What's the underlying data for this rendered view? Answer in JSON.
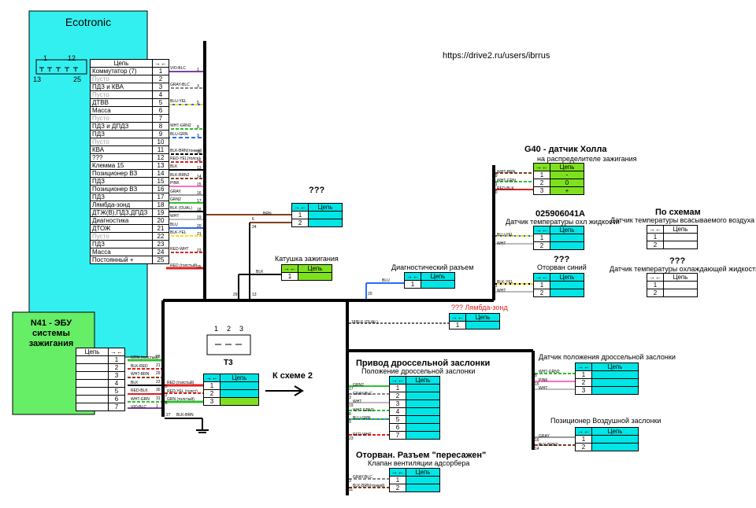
{
  "url": "https://drive2.ru/users/ibrrus",
  "symbol_conn": "→←",
  "h_cep": "Цепь",
  "ecotronic": {
    "title": "Ecotronic",
    "pin_labels": [
      "1",
      "12",
      "13",
      "25"
    ],
    "rows": [
      {
        "n": "1",
        "name": "Коммутатор (7)",
        "wire": "VIO-BLC",
        "grey": false
      },
      {
        "n": "2",
        "name": "Пусто",
        "wire": "",
        "grey": true
      },
      {
        "n": "3",
        "name": "ПДЗ и КВА",
        "wire": "GRAY-BLC",
        "grey": false
      },
      {
        "n": "4",
        "name": "Пусто",
        "wire": "",
        "grey": true
      },
      {
        "n": "5",
        "name": "ДТВВ",
        "wire": "BLU-YEL",
        "grey": false
      },
      {
        "n": "6",
        "name": "Масса",
        "wire": "",
        "grey": false
      },
      {
        "n": "7",
        "name": "Пусто",
        "wire": "",
        "grey": true
      },
      {
        "n": "8",
        "name": "ПДЗ и ДПДЗ",
        "wire": "WHT-GRN2",
        "grey": false
      },
      {
        "n": "9",
        "name": "ПДЗ",
        "wire": "BLU-GRN",
        "grey": false
      },
      {
        "n": "10",
        "name": "Пусто",
        "wire": "",
        "grey": true
      },
      {
        "n": "11",
        "name": "КВА",
        "wire": "BLK-BRN(тонкий)",
        "grey": false
      },
      {
        "n": "12",
        "name": "???",
        "wire": "RED-YEL(толст.)",
        "grey": false
      },
      {
        "n": "13",
        "name": "Клемма 15",
        "wire": "BLK",
        "grey": false
      },
      {
        "n": "14",
        "name": "Позиционер ВЗ",
        "wire": "BLK-BRN2",
        "grey": false
      },
      {
        "n": "15",
        "name": "ПДЗ",
        "wire": "PINK",
        "grey": false
      },
      {
        "n": "16",
        "name": "Позиционер ВЗ",
        "wire": "GRAY",
        "grey": false
      },
      {
        "n": "17",
        "name": "ПДЗ",
        "wire": "GRN2",
        "grey": false
      },
      {
        "n": "18",
        "name": "Лямбда-зонд",
        "wire": "BLK (OUAL)",
        "grey": false
      },
      {
        "n": "19",
        "name": "ДТЖ(В),ПДЗ,ДПДЗ",
        "wire": "WHT",
        "grey": false
      },
      {
        "n": "20",
        "name": "Диагностика",
        "wire": "BLU",
        "grey": false
      },
      {
        "n": "21",
        "name": "ДТОЖ",
        "wire": "BLK-YEL",
        "grey": false
      },
      {
        "n": "22",
        "name": "Пусто",
        "wire": "",
        "grey": true
      },
      {
        "n": "23",
        "name": "ПДЗ",
        "wire": "RED-WHT",
        "grey": false
      },
      {
        "n": "24",
        "name": "Масса",
        "wire": "",
        "grey": false
      },
      {
        "n": "25",
        "name": "Постоянный +",
        "wire": "RED (толстый)",
        "grey": false
      }
    ]
  },
  "n41": {
    "title": "N41 - ЭБУ системы зажигания",
    "rows": [
      {
        "n": "1",
        "wire": "GRN (толстый)",
        "pin": "28"
      },
      {
        "n": "2",
        "wire": "BLK-RED",
        "pin": "21"
      },
      {
        "n": "3",
        "wire": "WHT-BRN",
        "pin": "29"
      },
      {
        "n": "4",
        "wire": "BLK",
        "pin": "23"
      },
      {
        "n": "5",
        "wire": "RED-BLK",
        "pin": "30"
      },
      {
        "n": "6",
        "wire": "WHT-GRN",
        "pin": "31"
      },
      {
        "n": "7",
        "wire": "VIO-BLC",
        "pin": "1"
      }
    ]
  },
  "t3": {
    "label": "T3",
    "pins": [
      "1",
      "2",
      "3"
    ],
    "wires": [
      {
        "pin": "25",
        "wire": "RED (толстый)"
      },
      {
        "pin": "12",
        "wire": "RED-YEL (толст)"
      },
      {
        "pin": "26",
        "wire": "GRN (толстый)"
      }
    ],
    "rows": [
      "1",
      "2",
      "3"
    ]
  },
  "to_scheme2": "К схеме 2",
  "unknown1": {
    "title": "???",
    "rows": [
      "1",
      "2"
    ],
    "wire": "BRN",
    "pins": [
      "6",
      "24"
    ]
  },
  "coil": {
    "title": "Катушка зажигания",
    "rows": [
      "1"
    ],
    "wire": "BLK"
  },
  "diag": {
    "title": "Диагностический разъем",
    "rows": [
      "1"
    ],
    "wire": "BLU",
    "pin": "20"
  },
  "lambda": {
    "title": "??? Лямбда-зонд",
    "rows": [
      "1"
    ],
    "wire": "BLK (OUAL)",
    "pin": "18"
  },
  "bus_pins": {
    "p29": "29",
    "p13": "13",
    "p27": "27",
    "p1": "1"
  },
  "hall": {
    "title": "G40 - датчик Холла",
    "subtitle": "на распределителе зажигания",
    "rows": [
      {
        "n": "1",
        "v": "-"
      },
      {
        "n": "2",
        "v": "0"
      },
      {
        "n": "3",
        "v": "+"
      }
    ],
    "wires": [
      {
        "pin": "29",
        "wire": "WHT-BRN"
      },
      {
        "pin": "31",
        "wire": "WHT-GRN"
      },
      {
        "pin": "30",
        "wire": "RED-BLK"
      }
    ]
  },
  "ect": {
    "title": "025906041A",
    "subtitle": "Датчик температуры охл жидкости",
    "rows": [
      "1",
      "2"
    ],
    "wires": [
      {
        "pin": "5",
        "wire": "BLU-YEL"
      },
      {
        "pin": "",
        "wire": "WHT"
      }
    ]
  },
  "blue_sensor": {
    "title": "???",
    "subtitle": "Оторван синий",
    "rows": [
      "1",
      "2"
    ],
    "wires": [
      {
        "pin": "21",
        "wire": "BLK-YEL"
      },
      {
        "pin": "",
        "wire": "WHT"
      }
    ]
  },
  "by_scheme": {
    "title": "По схемам",
    "subtitle": "Датчик температуры всасываемого воздуха",
    "rows": [
      "1",
      "2"
    ]
  },
  "coolant_sensor": {
    "title": "???",
    "subtitle": "Датчик температуры охлаждающей жидкости",
    "rows": [
      "1",
      "2"
    ]
  },
  "throttle": {
    "title": "Привод дроссельной заслонки",
    "subtitle": "Положение дроссельной заслонки",
    "rows": [
      "1",
      "2",
      "3",
      "4",
      "5",
      "6",
      "7"
    ],
    "wires": [
      {
        "pin": "17",
        "wire": "GRN2"
      },
      {
        "pin": "3",
        "wire": "GRAY-BLC"
      },
      {
        "pin": "19",
        "wire": "WHT"
      },
      {
        "pin": "8",
        "wire": "WHT-GRN2"
      },
      {
        "pin": "9",
        "wire": "BLU-GRN"
      },
      {
        "pin": "",
        "wire": ""
      },
      {
        "pin": "23",
        "wire": "RED-WHT"
      }
    ]
  },
  "tps": {
    "title": "Датчик положения дроссельной заслонки",
    "rows": [
      "1",
      "2",
      "3"
    ],
    "wires": [
      {
        "pin": "8",
        "wire": "WHT-GRN2"
      },
      {
        "pin": "15",
        "wire": "PINK"
      },
      {
        "pin": "",
        "wire": "WHT"
      }
    ]
  },
  "air_pos": {
    "title": "Позиционер Воздушной заслонки",
    "rows": [
      "1",
      "2"
    ],
    "wires": [
      {
        "pin": "16",
        "wire": "GRAY"
      },
      {
        "pin": "14",
        "wire": "BLK-BRN2"
      }
    ]
  },
  "canister": {
    "title": "Оторван. Разъем \"пересажен\"",
    "subtitle": "Клапан вентиляции адсорбера",
    "rows": [
      "1",
      "2"
    ],
    "wires": [
      {
        "pin": "3",
        "wire": "GRAY-BLC"
      },
      {
        "pin": "11",
        "wire": "BLK-BRN(тонкий)"
      }
    ]
  }
}
